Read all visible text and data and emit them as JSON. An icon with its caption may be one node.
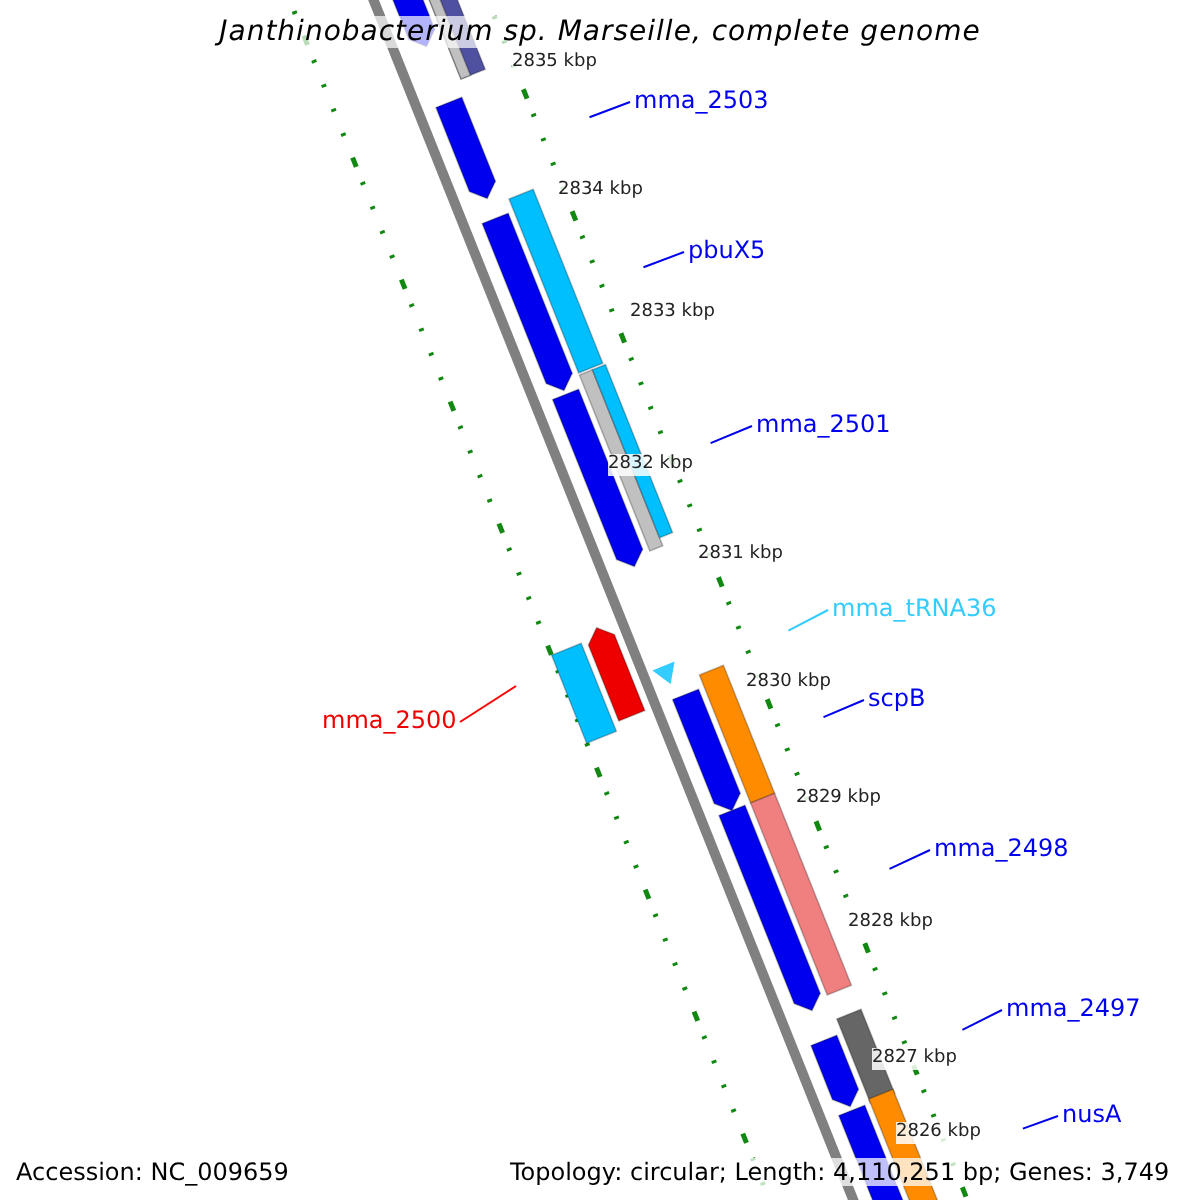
{
  "diagram": {
    "title": "Janthinobacterium sp. Marseille, complete genome",
    "nodes": [
      {
        "text": [
          "mma_2503"
        ]
      },
      {
        "text": [
          "pbuX5"
        ]
      },
      {
        "text": [
          "mma_2501"
        ]
      },
      {
        "text": [
          "mma_tRNA36"
        ]
      },
      {
        "text": [
          "mma_2500"
        ]
      },
      {
        "text": [
          "scpB"
        ]
      },
      {
        "text": [
          "mma_2498"
        ]
      },
      {
        "text": [
          "mma_2497"
        ]
      },
      {
        "text": [
          "nusA"
        ]
      }
    ],
    "edges": [
      {
        "from": 0,
        "to": null,
        "arrow": "none"
      },
      {
        "from": 1,
        "to": null,
        "arrow": "none"
      },
      {
        "from": 2,
        "to": null,
        "arrow": "none"
      },
      {
        "from": 3,
        "to": null,
        "arrow": "none",
        "color": "#33ccff"
      },
      {
        "from": 4,
        "to": null,
        "arrow": "none",
        "color": "#ff0000"
      },
      {
        "from": 5,
        "to": null,
        "arrow": "none"
      },
      {
        "from": 6,
        "to": null,
        "arrow": "none"
      },
      {
        "from": 7,
        "to": null,
        "arrow": "none"
      },
      {
        "from": 8,
        "to": null,
        "arrow": "none"
      }
    ],
    "labels": [
      "2835 kbp",
      "2834 kbp",
      "2833 kbp",
      "2832 kbp",
      "2831 kbp",
      "2830 kbp",
      "2829 kbp",
      "2828 kbp",
      "2827 kbp",
      "2826 kbp",
      "Accession: NC_009659",
      "Topology: circular; Length: 4,110,251 bp; Genes: 3,749"
    ]
  }
}
